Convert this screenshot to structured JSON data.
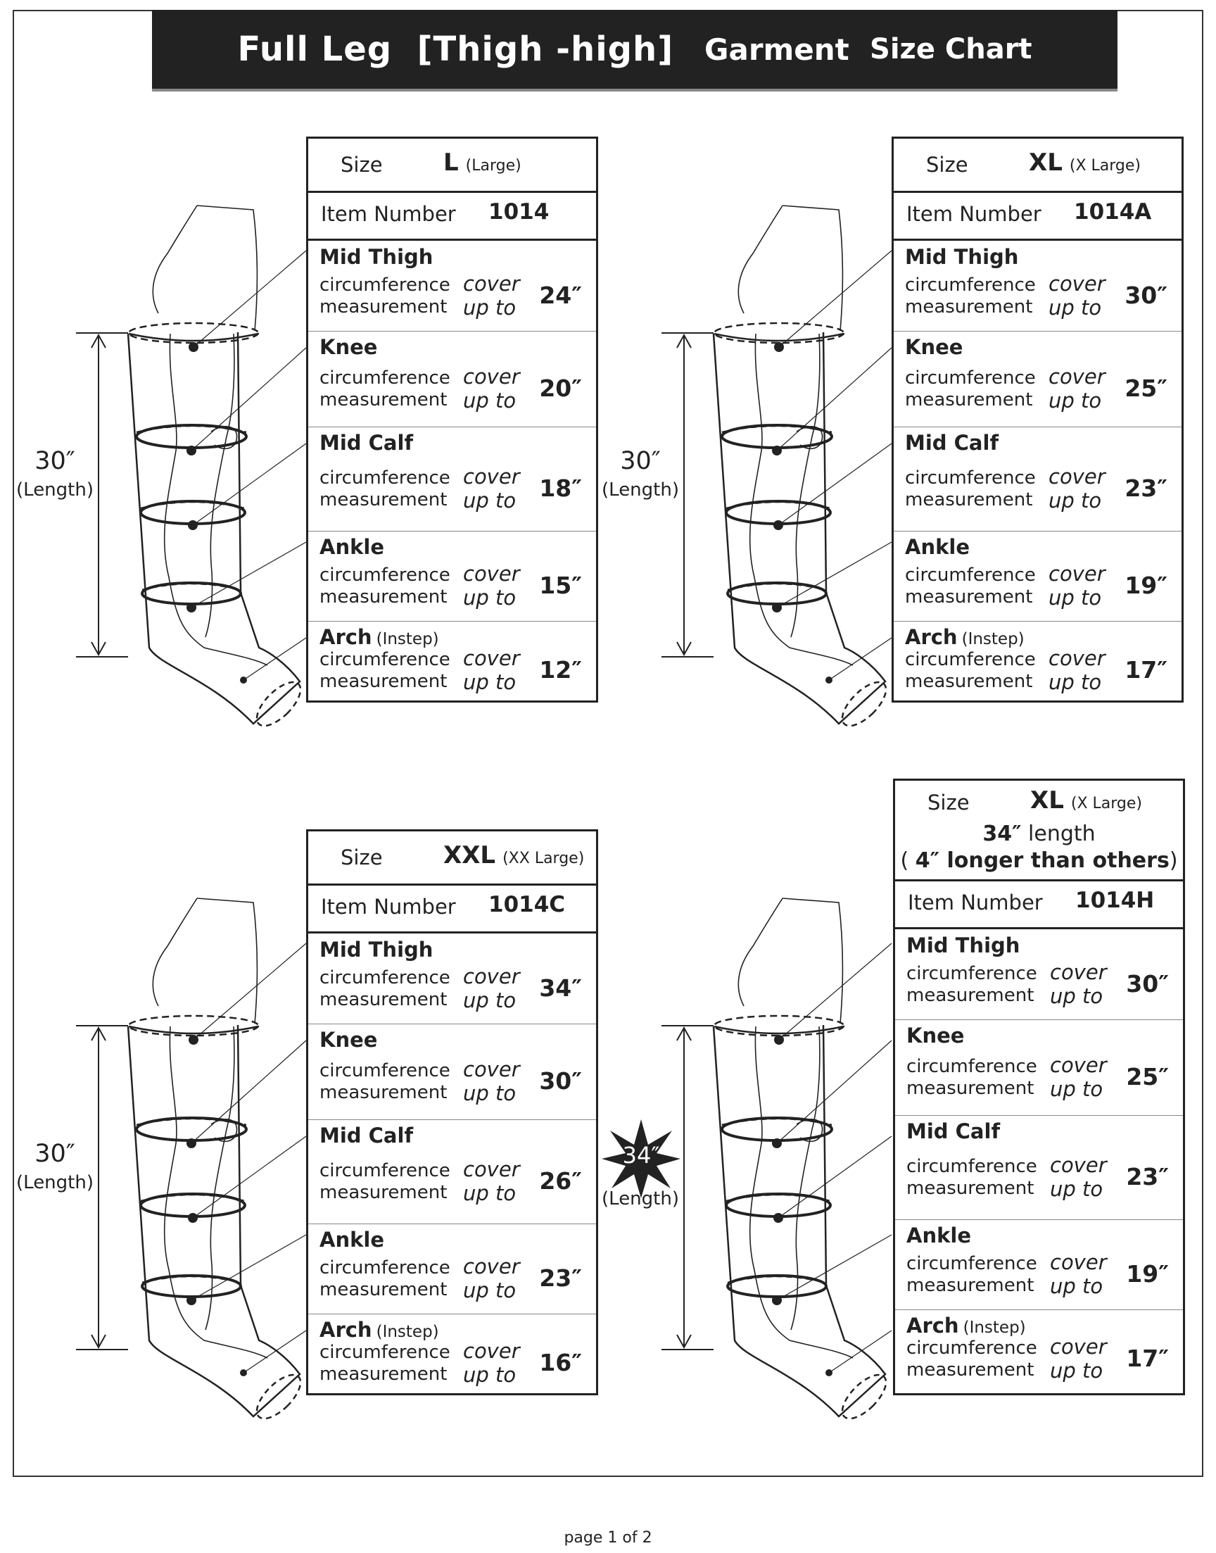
{
  "title": {
    "part1": "Full Leg  [Thigh -high]",
    "part2": "Garment",
    "part3": "Size Chart"
  },
  "labels": {
    "size": "Size",
    "item_number": "Item Number",
    "circumference": "circumference",
    "measurement": "measurement",
    "cover": "cover",
    "up_to": "up to",
    "length_unit": "(Length)",
    "instep": "(Instep)"
  },
  "points": {
    "mid_thigh": "Mid Thigh",
    "knee": "Knee",
    "mid_calf": "Mid Calf",
    "ankle": "Ankle",
    "arch": "Arch"
  },
  "charts": [
    {
      "size_code": "L",
      "size_name": "(Large)",
      "item_number": "1014",
      "length": "30″",
      "values": {
        "mid_thigh": "24″",
        "knee": "20″",
        "mid_calf": "18″",
        "ankle": "15″",
        "arch": "12″"
      }
    },
    {
      "size_code": "XL",
      "size_name": "(X Large)",
      "item_number": "1014A",
      "length": "30″",
      "values": {
        "mid_thigh": "30″",
        "knee": "25″",
        "mid_calf": "23″",
        "ankle": "19″",
        "arch": "17″"
      }
    },
    {
      "size_code": "XXL",
      "size_name": "(XX Large)",
      "item_number": "1014C",
      "length": "30″",
      "values": {
        "mid_thigh": "34″",
        "knee": "30″",
        "mid_calf": "26″",
        "ankle": "23″",
        "arch": "16″"
      }
    },
    {
      "size_code": "XL",
      "size_name": "(X Large)",
      "length_line_value": "34″",
      "length_line_text": "length",
      "longer_open": "(",
      "longer_value": "4″ longer than others",
      "longer_close": ")",
      "item_number": "1014H",
      "length": "34″",
      "values": {
        "mid_thigh": "30″",
        "knee": "25″",
        "mid_calf": "23″",
        "ankle": "19″",
        "arch": "17″"
      }
    }
  ],
  "footer": "page 1 of 2"
}
